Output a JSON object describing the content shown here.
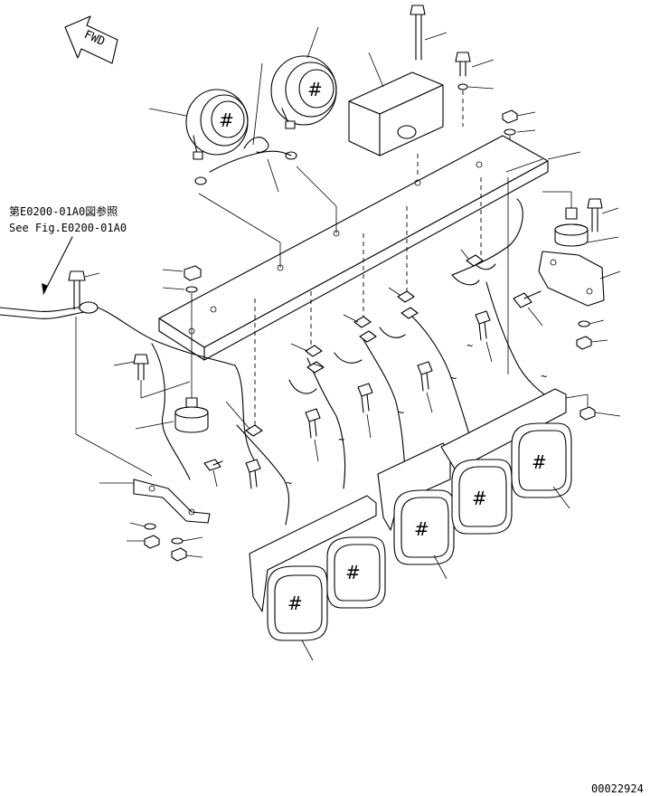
{
  "direction_arrow": {
    "label": "FWD"
  },
  "reference_note": {
    "line_jp": "第E0200-01A0図参照",
    "line_en": "See Fig.E0200-01A0"
  },
  "lamp_glyph": "#",
  "drawing_number": "00022924"
}
